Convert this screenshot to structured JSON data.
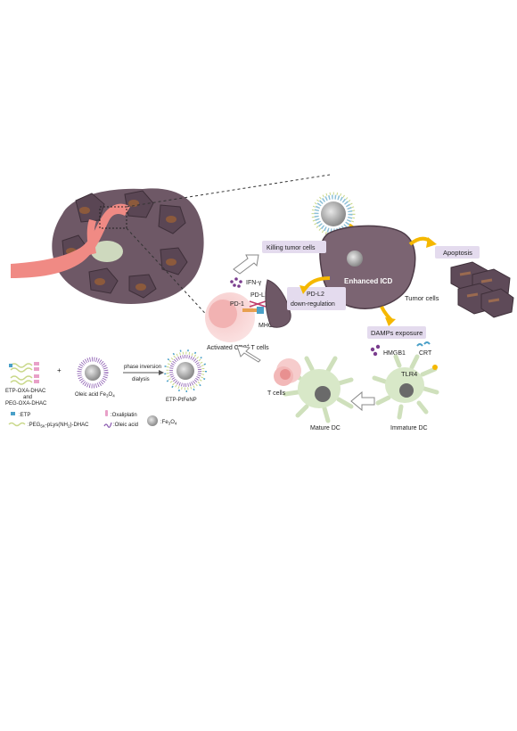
{
  "labels": {
    "killing_tumor_cells": "Killing tumor cells",
    "ifn_gamma": "IFN-γ",
    "pd1": "PD-1",
    "pdl2": "PD-L2",
    "mhc": "MHC",
    "pdl2_downregulation_line1": "PD-L2",
    "pdl2_downregulation_line2": "down-regulation",
    "activated_cd8_prefix": "Activated CD8",
    "activated_cd8_sup": "+",
    "activated_cd8_suffix": " T cells",
    "enhanced_icd": "Enhanced ICD",
    "tumor_cells": "Tumor cells",
    "apoptosis": "Apoptosis",
    "damps_exposure": "DAMPs exposure",
    "hmgb1": "HMGB1",
    "crt": "CRT",
    "tlr4": "TLR4",
    "t_cells": "T cells",
    "mature_dc": "Mature DC",
    "immature_dc": "Immature DC"
  },
  "synthesis": {
    "polymer_line1": "ETP-OXA-DHAC",
    "polymer_line2": "and",
    "polymer_line3": "PEG-OXA-DHAC",
    "plus": "+",
    "oleic_prefix": "Oleic acid Fe",
    "oleic_sub1": "3",
    "oleic_mid": "O",
    "oleic_sub2": "4",
    "arrow_top": "phase inversion",
    "arrow_bottom": "dialysis",
    "product": "ETP-PtFeNP"
  },
  "legend": {
    "etp": ":ETP",
    "oxaliplatin": ":Oxaliplatin",
    "fe3o4_prefix": ":Fe",
    "fe3o4_sub1": "3",
    "fe3o4_mid": "O",
    "fe3o4_sub2": "4",
    "peg_prefix": ":PEG",
    "peg_sub": "5K",
    "peg_mid": "-pLys(NH",
    "peg_sub2": "2",
    "peg_suffix": ")-DHAC",
    "oleic_acid": ":Oleic acid"
  },
  "colors": {
    "tumor": "#6e5866",
    "tumor_dark": "#4e3c48",
    "vessel": "#f08a84",
    "label_box": "#e4dbee",
    "arrow_yellow": "#f5b800",
    "dc_green": "#d8e8c8",
    "t_cell_pink": "#f2bcbc",
    "nanoparticle": "#9a9a9a"
  },
  "icons": [
    "nanoparticle-icon",
    "tumor-cell-icon",
    "dendritic-cell-icon",
    "t-cell-icon",
    "blood-vessel-icon"
  ]
}
